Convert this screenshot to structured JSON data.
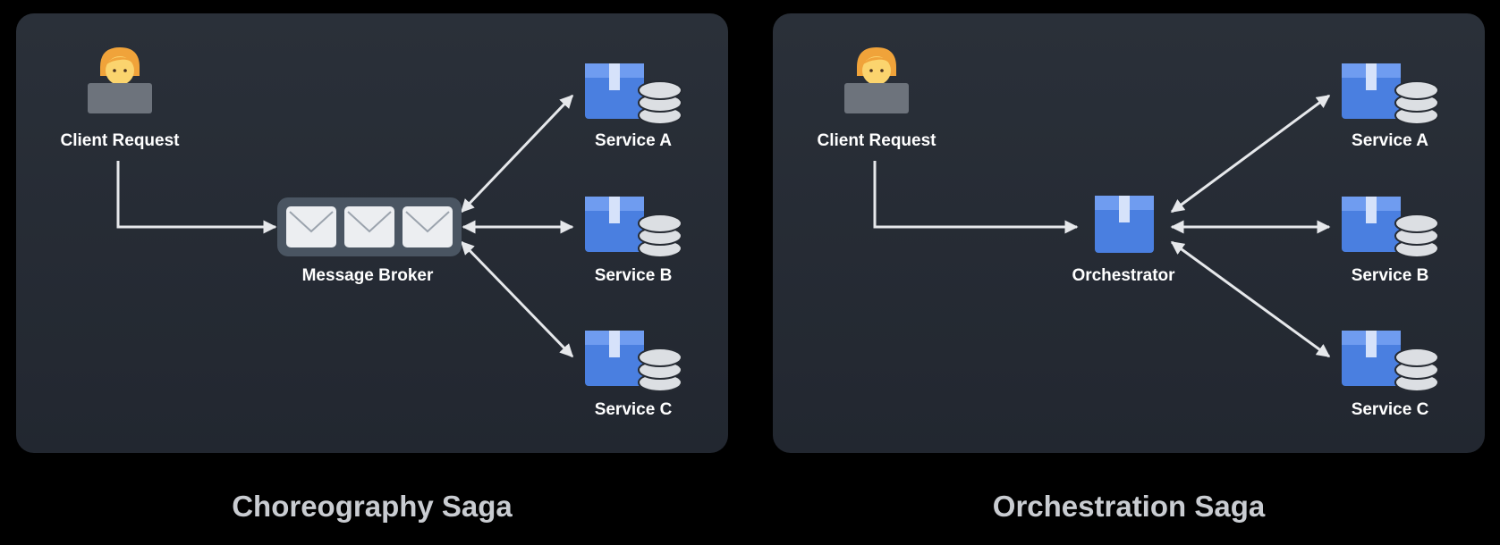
{
  "left_panel": {
    "client_label": "Client Request",
    "broker_label": "Message Broker",
    "services": [
      "Service A",
      "Service B",
      "Service C"
    ],
    "caption": "Choreography Saga"
  },
  "right_panel": {
    "client_label": "Client Request",
    "orchestrator_label": "Orchestrator",
    "services": [
      "Service A",
      "Service B",
      "Service C"
    ],
    "caption": "Orchestration Saga"
  },
  "icons": {
    "client": "person-laptop-icon",
    "service": "box-database-icon",
    "broker_message": "envelope-icon",
    "orchestrator": "box-icon"
  },
  "colors": {
    "background": "#000000",
    "panel": "#262b33",
    "arrow": "#e6e8eb",
    "box": "#4a7fe0",
    "database": "#dcdfe3"
  }
}
